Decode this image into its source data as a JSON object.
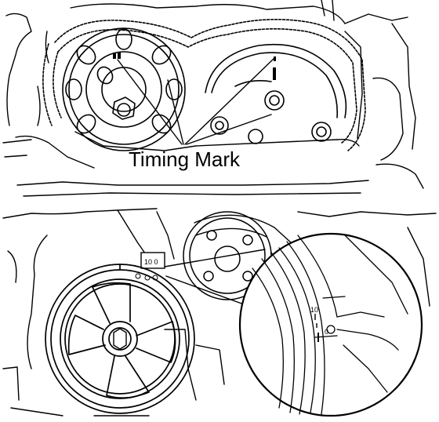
{
  "labels": {
    "timing_mark": "Timing Mark"
  },
  "scale": {
    "ten_mark": "10",
    "zero_mark": "0"
  },
  "colors": {
    "ink": "#000000",
    "background": "#ffffff"
  }
}
